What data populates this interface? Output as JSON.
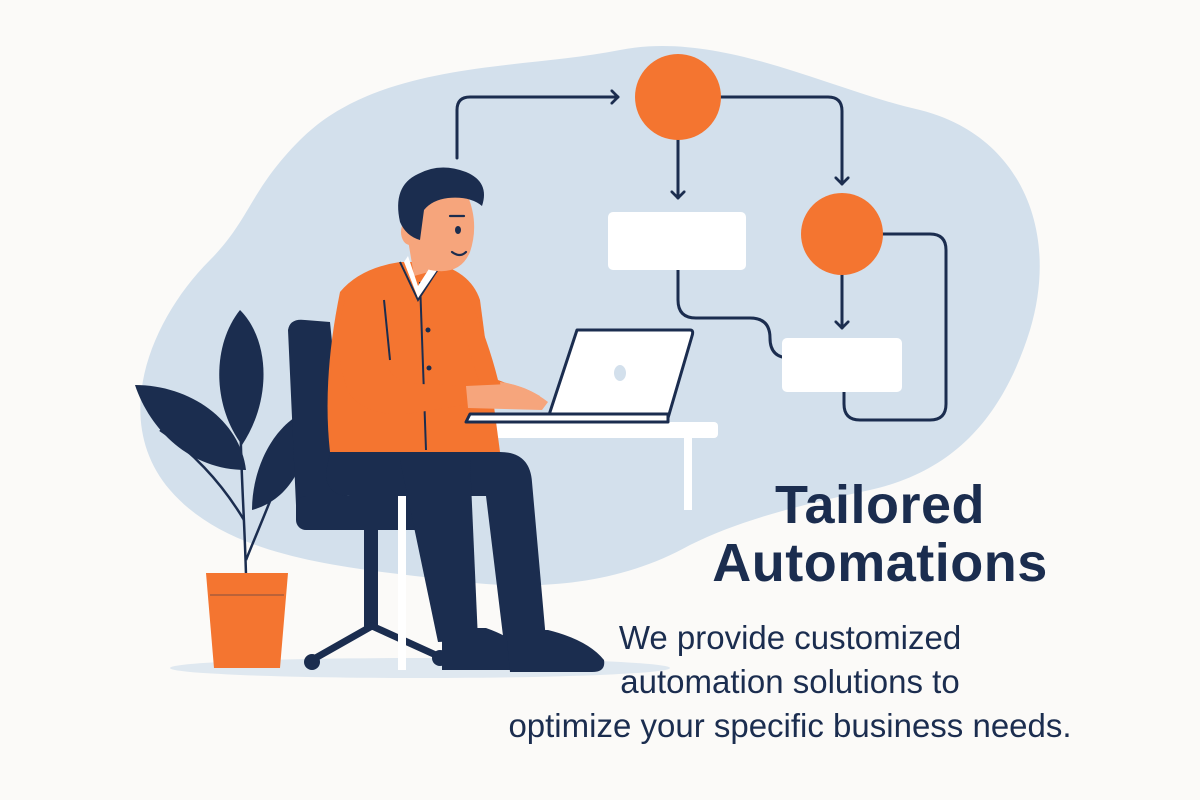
{
  "theme": {
    "background": "#fbfaf8",
    "blob": "#d3e0ec",
    "navy": "#1b2d4f",
    "orange": "#f47530",
    "white": "#ffffff",
    "skin": "#f6a57c",
    "hair": "#1b2d4f"
  },
  "icons": {
    "plant": "plant-icon",
    "person": "person-icon",
    "laptop": "laptop-icon",
    "chair": "chair-icon",
    "desk": "desk-icon",
    "flowchart": "flowchart-icon"
  },
  "headline": {
    "line1": "Tailored",
    "line2": "Automations"
  },
  "tagline": {
    "line1": "We provide customized",
    "line2": "automation solutions to",
    "line3": "optimize your specific business needs."
  }
}
